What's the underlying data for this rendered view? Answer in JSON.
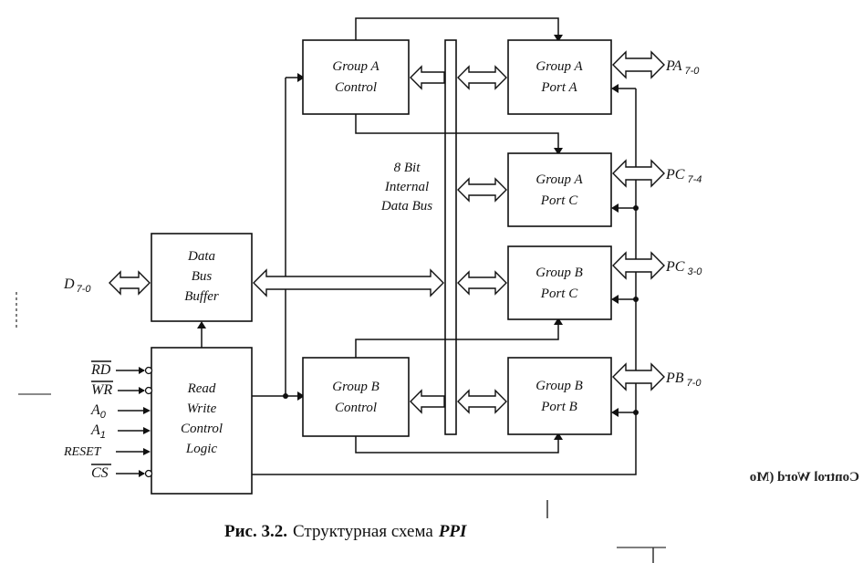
{
  "blocks": {
    "group_a_control": [
      "Group A",
      "Control"
    ],
    "group_a_port_a": [
      "Group A",
      "Port A"
    ],
    "group_a_port_c": [
      "Group A",
      "Port C"
    ],
    "group_b_port_c": [
      "Group B",
      "Port C"
    ],
    "group_b_control": [
      "Group B",
      "Control"
    ],
    "group_b_port_b": [
      "Group B",
      "Port B"
    ],
    "data_bus_buffer": [
      "Data",
      "Bus",
      "Buffer"
    ],
    "rw_control_logic": [
      "Read",
      "Write",
      "Control",
      "Logic"
    ]
  },
  "internal_bus_label": [
    "8 Bit",
    "Internal",
    "Data Bus"
  ],
  "ports": {
    "pa": {
      "name": "PA",
      "range": "7-0"
    },
    "pc_upper": {
      "name": "PC",
      "range": "7-4"
    },
    "pc_lower": {
      "name": "PC",
      "range": "3-0"
    },
    "pb": {
      "name": "PB",
      "range": "7-0"
    }
  },
  "data_bus": {
    "name": "D",
    "range": "7-0"
  },
  "control_inputs": [
    "RD",
    "WR",
    "A",
    "A",
    "RESET",
    "CS"
  ],
  "control_input_subscripts": [
    "",
    "",
    "0",
    "1",
    "",
    ""
  ],
  "caption": {
    "prefix": "Рис. 3.2.",
    "text": "Структурная схема",
    "suffix": "PPI"
  },
  "bleed_text": "Control Word (Mo"
}
